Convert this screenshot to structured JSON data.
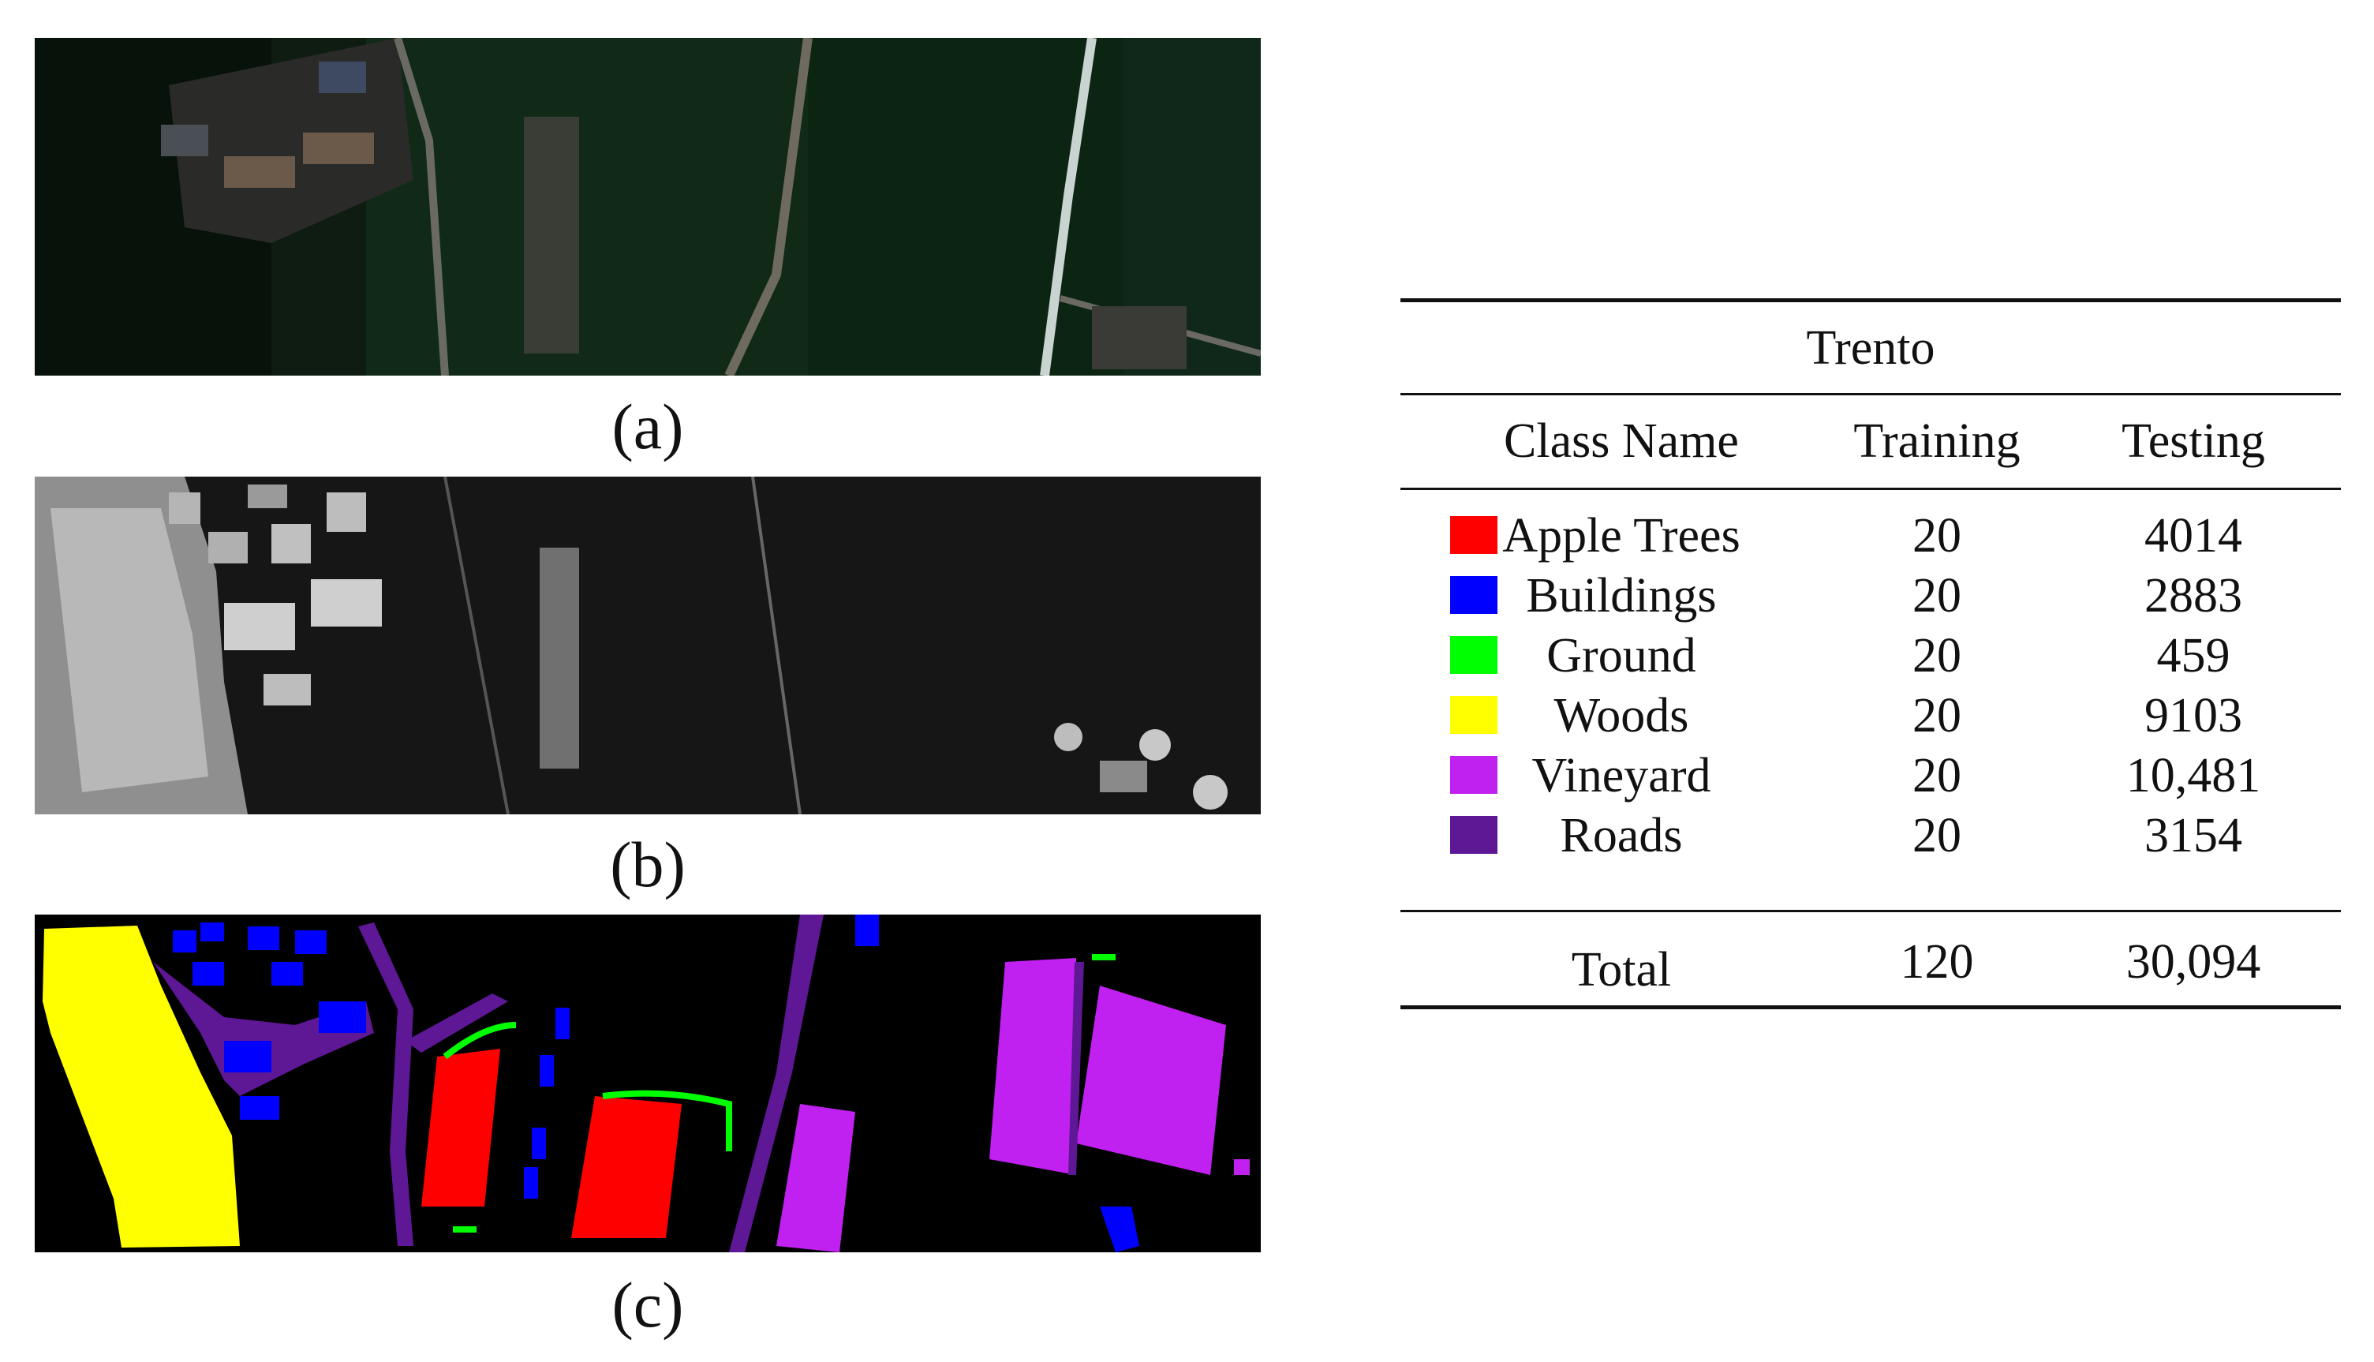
{
  "panels": [
    {
      "id": "a",
      "caption": "(a)"
    },
    {
      "id": "b",
      "caption": "(b)"
    },
    {
      "id": "c",
      "caption": "(c)"
    }
  ],
  "table": {
    "title": "Trento",
    "headers": {
      "class_name": "Class Name",
      "training": "Training",
      "testing": "Testing"
    },
    "rows": [
      {
        "name": "Apple Trees",
        "color": "#ff0000",
        "training": "20",
        "testing": "4014"
      },
      {
        "name": "Buildings",
        "color": "#0000ff",
        "training": "20",
        "testing": "2883"
      },
      {
        "name": "Ground",
        "color": "#00ff00",
        "training": "20",
        "testing": "459"
      },
      {
        "name": "Woods",
        "color": "#ffff00",
        "training": "20",
        "testing": "9103"
      },
      {
        "name": "Vineyard",
        "color": "#c020f0",
        "training": "20",
        "testing": "10,481"
      },
      {
        "name": "Roads",
        "color": "#5e1795",
        "training": "20",
        "testing": "3154"
      }
    ],
    "total": {
      "label": "Total",
      "training": "120",
      "testing": "30,094"
    }
  }
}
